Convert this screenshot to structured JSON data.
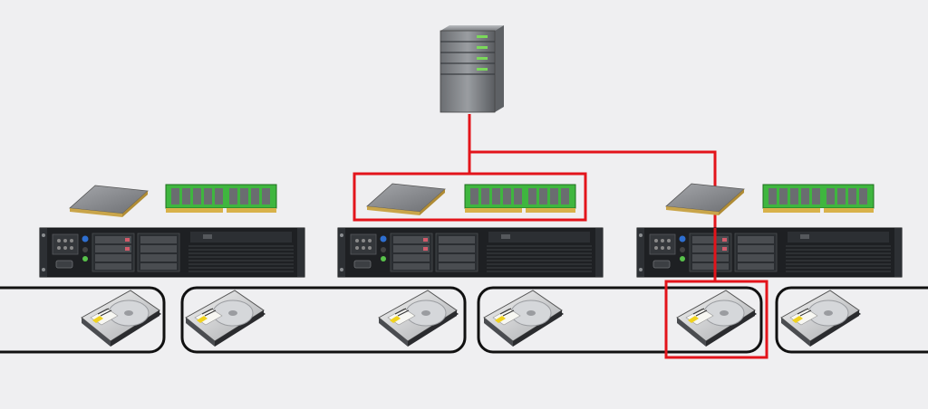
{
  "diagram": {
    "title": "",
    "nodes": {
      "top_server": {
        "icon": "tower-server-icon"
      },
      "rack_servers": [
        {
          "id": "rack-server-1",
          "icon": "rack-server-icon"
        },
        {
          "id": "rack-server-2",
          "icon": "rack-server-icon"
        },
        {
          "id": "rack-server-3",
          "icon": "rack-server-icon"
        }
      ],
      "cpus": [
        {
          "id": "cpu-1",
          "icon": "cpu-chip-icon"
        },
        {
          "id": "cpu-2",
          "icon": "cpu-chip-icon"
        },
        {
          "id": "cpu-3",
          "icon": "cpu-chip-icon"
        }
      ],
      "memory_modules": [
        {
          "id": "ram-1",
          "icon": "ram-module-icon"
        },
        {
          "id": "ram-2",
          "icon": "ram-module-icon"
        },
        {
          "id": "ram-3",
          "icon": "ram-module-icon"
        }
      ],
      "disk_groups": [
        {
          "id": "disk-group-1",
          "disks": 1
        },
        {
          "id": "disk-group-2",
          "disks": 1
        },
        {
          "id": "disk-group-3",
          "disks": 1
        },
        {
          "id": "disk-group-4",
          "disks": 1
        },
        {
          "id": "disk-group-5",
          "disks": 1
        },
        {
          "id": "disk-group-6",
          "disks": 1
        }
      ]
    },
    "highlights": [
      "cpu-2 + ram-2",
      "disk-group-5"
    ],
    "colors": {
      "background": "#efeff1",
      "highlight": "#e3141b",
      "group_border": "#111111",
      "ram_green": "#3fb63f",
      "server_dark": "#202225",
      "led_green": "#7bd95a"
    }
  }
}
